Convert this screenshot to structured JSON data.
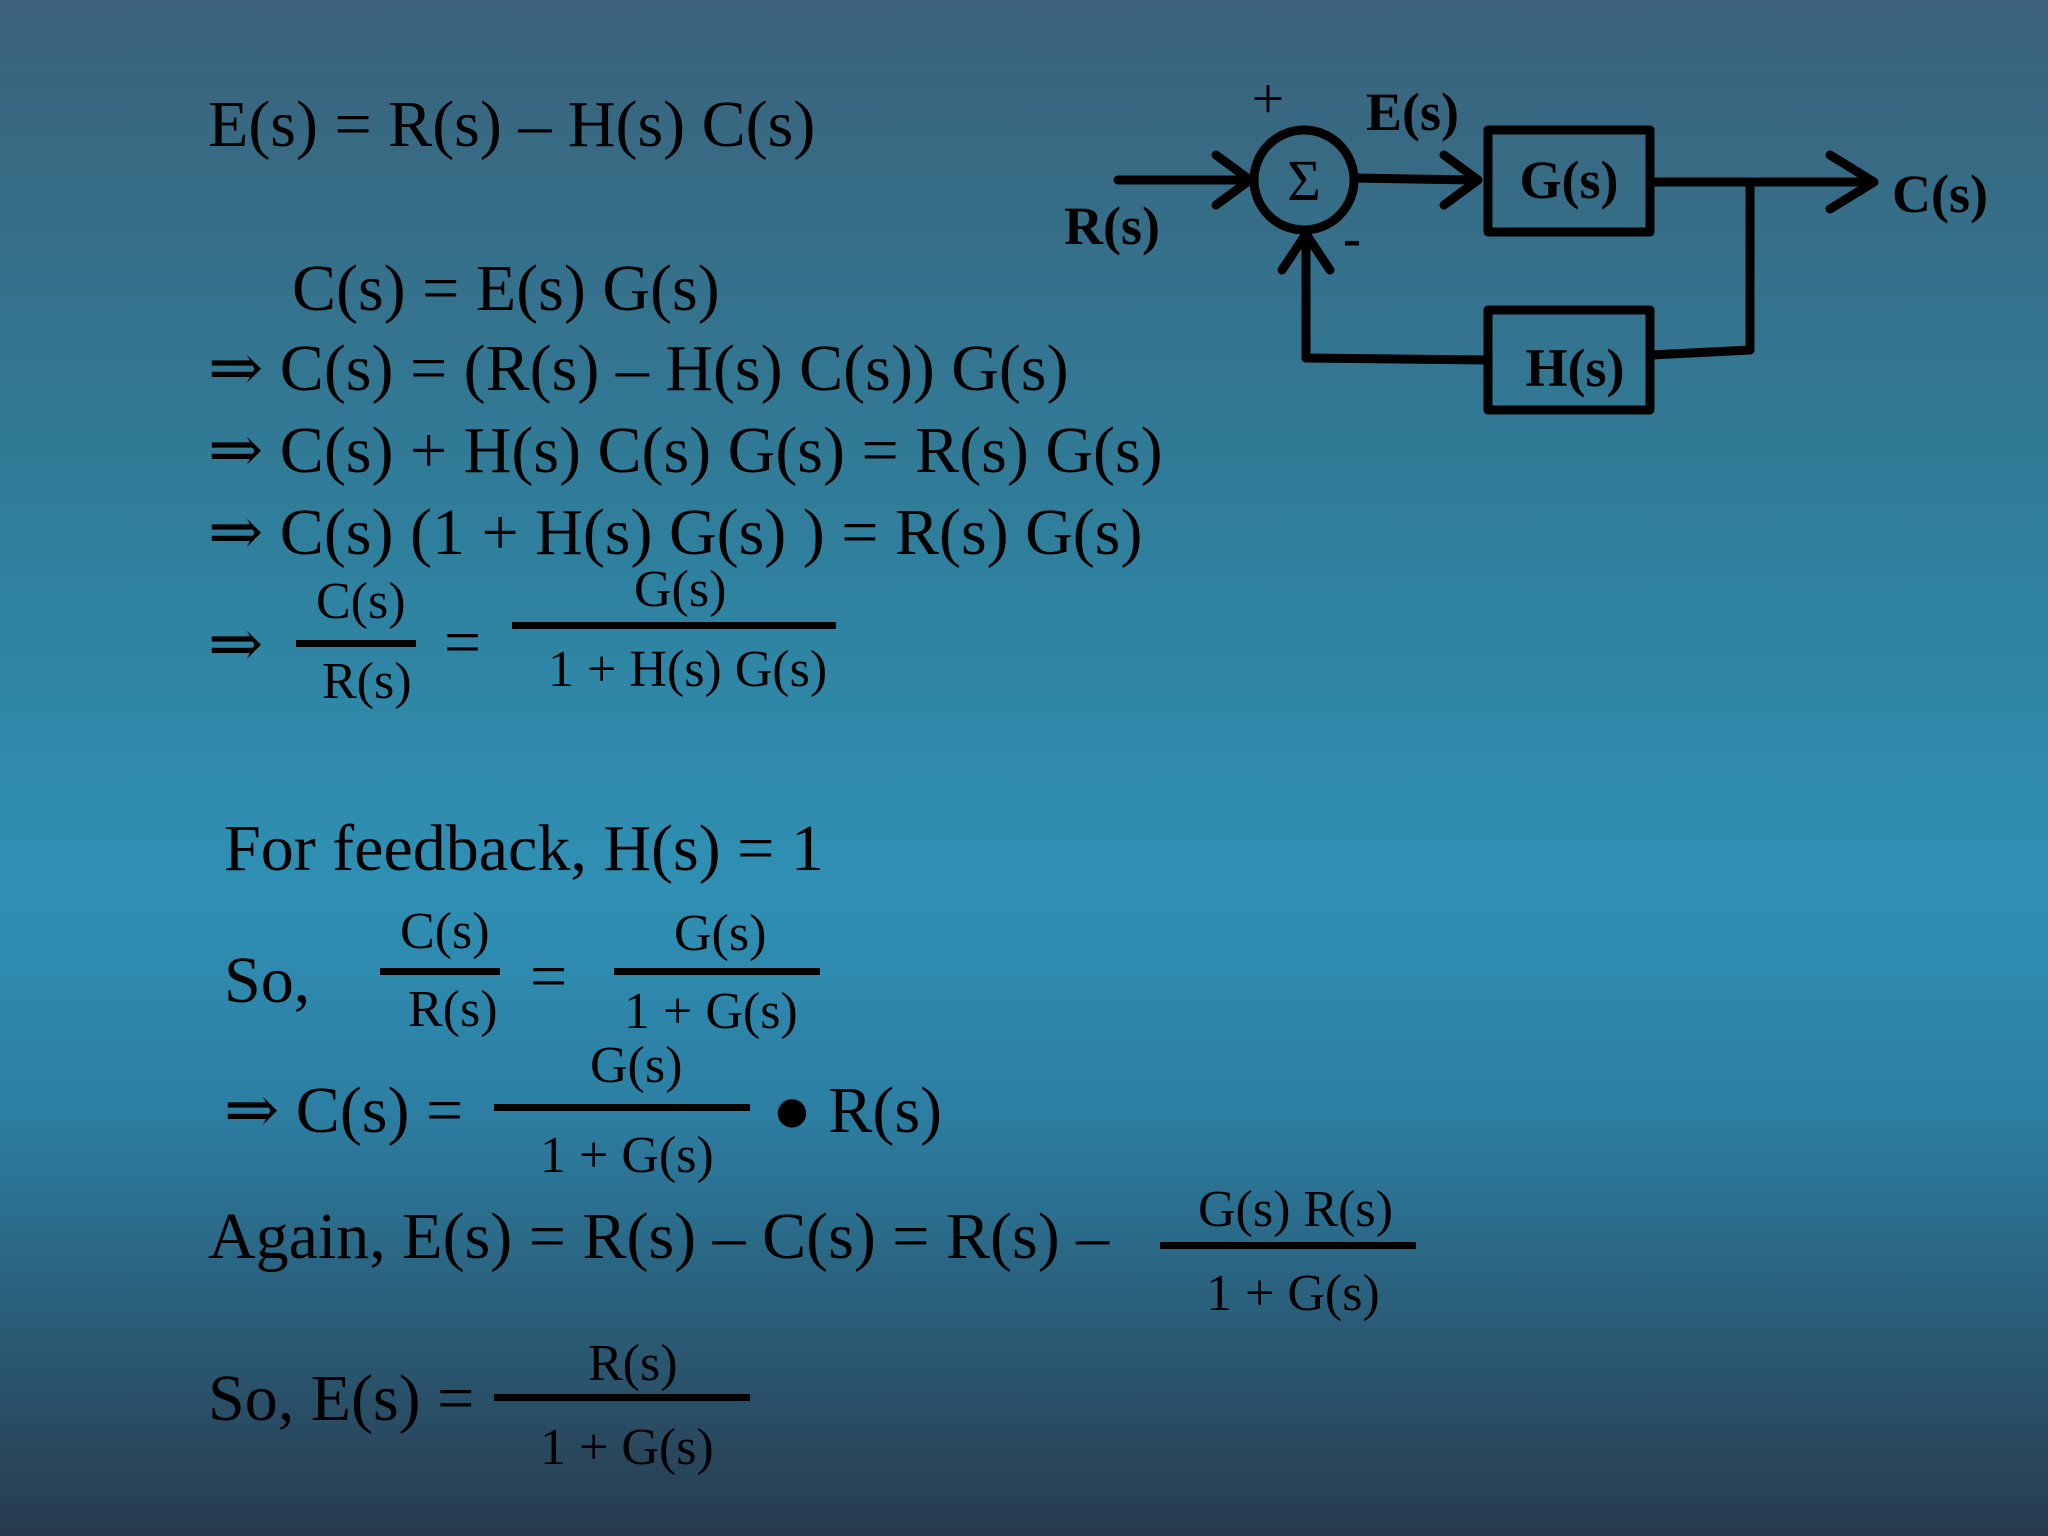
{
  "equations": {
    "e_def": "E(s) = R(s) – H(s) C(s)",
    "c_def": "C(s) = E(s) G(s)",
    "step1": "⇒ C(s) = (R(s) – H(s) C(s)) G(s)",
    "step2": "⇒ C(s) + H(s) C(s) G(s) = R(s) G(s)",
    "step3": "⇒ C(s) (1 + H(s) G(s) ) = R(s) G(s)",
    "step4": {
      "arrow": "⇒",
      "left_num": "C(s)",
      "left_den": "R(s)",
      "equals": "=",
      "right_num": "G(s)",
      "right_den": "1 + H(s) G(s)"
    }
  },
  "feedback": {
    "heading": "For feedback, H(s) = 1",
    "so_prefix": "So,",
    "so_left_num": "C(s)",
    "so_left_den": "R(s)",
    "so_equals": "=",
    "so_right_num": "G(s)",
    "so_right_den": "1 + G(s)",
    "c_prefix": "⇒ C(s) =",
    "c_num": "G(s)",
    "c_den": "1 + G(s)",
    "c_suffix": "● R(s)",
    "again_prefix": "Again, E(s) = R(s) – C(s) = R(s) –",
    "again_num": "G(s) R(s)",
    "again_den": "1 + G(s)",
    "e_prefix": "So, E(s) =",
    "e_num": "R(s)",
    "e_den": "1 + G(s)"
  },
  "diagram": {
    "input_label": "R(s)",
    "error_label": "E(s)",
    "output_label": "C(s)",
    "forward_block": "G(s)",
    "feedback_block": "H(s)",
    "summer_symbol": "Σ",
    "plus_sign": "+",
    "minus_sign": "-"
  },
  "colors": {
    "background_top": "#3b627a",
    "background_mid": "#2f90b4",
    "background_bottom": "#283a4d",
    "ink": "#000000"
  }
}
